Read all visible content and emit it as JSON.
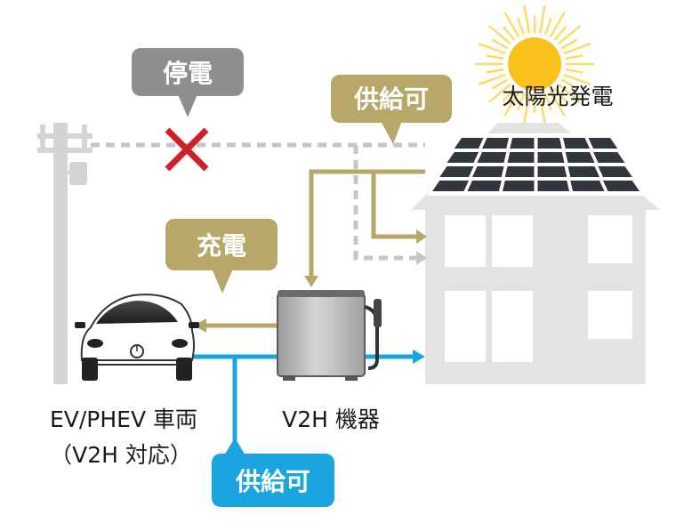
{
  "labels": {
    "outage": "停電",
    "supply_top": "供給可",
    "solar": "太陽光発電",
    "charge": "充電",
    "ev_line1": "EV/PHEV 車両",
    "ev_line2": "（V2H 対応）",
    "v2h": "V2H 機器",
    "supply_bottom": "供給可"
  },
  "colors": {
    "gold": "#b7a86a",
    "cyan": "#1aa5e0",
    "outage_gray": "#8e8e8e",
    "red_x": "#d0202a",
    "grid_dotted": "#c6c6c6",
    "house": "#e3e3e3",
    "window": "#ffffff",
    "sun": "#f9c21b",
    "panel": "#33373d"
  },
  "icons": {
    "pole": "utility-pole-icon",
    "cross": "cross-x-icon",
    "sun": "sun-icon",
    "house": "house-icon",
    "panel": "solar-panel-icon",
    "car": "car-icon",
    "v2h": "v2h-charger-icon"
  }
}
